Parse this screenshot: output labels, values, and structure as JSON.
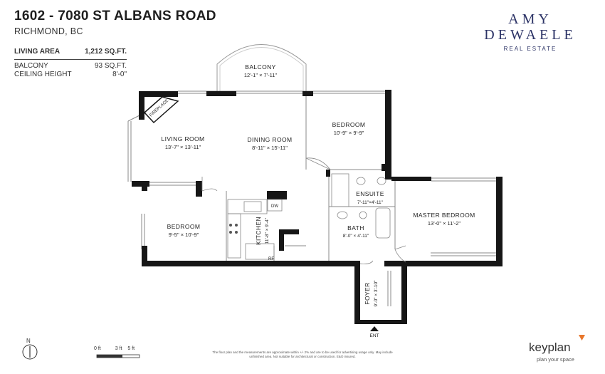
{
  "header": {
    "address": "1602 - 7080 ST ALBANS ROAD",
    "city": "RICHMOND, BC"
  },
  "stats": {
    "living_area_label": "LIVING AREA",
    "living_area_value": "1,212 SQ.FT.",
    "balcony_label": "BALCONY",
    "balcony_value": "93 SQ.FT.",
    "ceiling_label": "CEILING HEIGHT",
    "ceiling_value": "8'-0\""
  },
  "brand": {
    "line1": "AMY",
    "line2": "DEWAELE",
    "line3": "REAL ESTATE"
  },
  "rooms": {
    "balcony_name": "BALCONY",
    "balcony_dims": "12'-1\"  ×  7'-11\"",
    "fireplace": "FIREPLACE",
    "living_name": "LIVING ROOM",
    "living_dims": "13'-7\"  ×  13'-11\"",
    "dining_name": "DINING ROOM",
    "dining_dims": "8'-11\"  ×  15'-11\"",
    "bedroom1_name": "BEDROOM",
    "bedroom1_dims": "10'-9\"  ×  9'-9\"",
    "bedroom2_name": "BEDROOM",
    "bedroom2_dims": "9'-5\"  ×  10'-9\"",
    "kitchen_name": "KITCHEN",
    "kitchen_dims": "11'-8\"  ×  9'-4\"",
    "dw": "DW",
    "rf": "RF",
    "ensuite_name": "ENSUITE",
    "ensuite_dims": "7'-11\"×4'-11\"",
    "bath_name": "BATH",
    "bath_dims": "8'-0\"  ×  4'-11\"",
    "master_name": "MASTER BEDROOM",
    "master_dims": "13'-0\"  ×  11'-2\"",
    "foyer_name": "FOYER",
    "foyer_dims": "9'-0\"  ×  3'-10\"",
    "entry": "ENT"
  },
  "footer": {
    "north": "N",
    "scale_0": "0 ft",
    "scale_3": "3 ft",
    "scale_5": "5 ft",
    "disclaimer": "The floor plan and the measurements are approximate within +/- 2% and are to be used for advertising usage only. May include unfinished area. Not suitable for architectural or construction. E&O insured.",
    "keyplan": "keyplan",
    "keyplan_tag": "plan your space",
    "accent_color": "#e8762b",
    "brand_color": "#2c3366"
  }
}
